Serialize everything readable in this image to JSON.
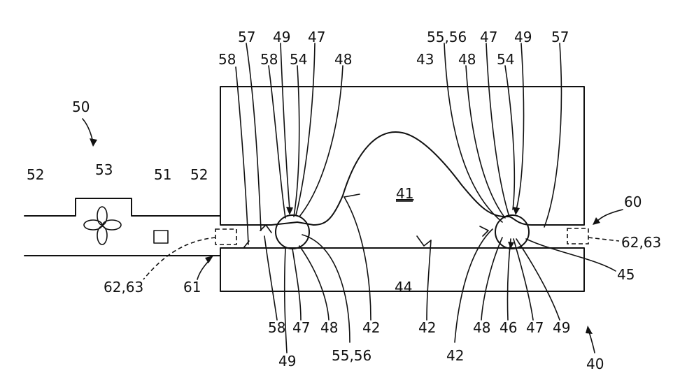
{
  "labels": {
    "l50": "50",
    "l52a": "52",
    "l53": "53",
    "l51": "51",
    "l52b": "52",
    "l58a": "58",
    "l57a": "57",
    "l49a": "49",
    "l47a": "47",
    "l58b": "58",
    "l54a": "54",
    "l48a": "48",
    "l43": "43",
    "l55_56a": "55,56",
    "l47b": "47",
    "l49b": "49",
    "l48b": "48",
    "l54b": "54",
    "l57b": "57",
    "l41": "41",
    "l60": "60",
    "l62_63a": "62,63",
    "l45": "45",
    "l62_63b": "62,63",
    "l61": "61",
    "l58c": "58",
    "l47c": "47",
    "l48c": "48",
    "l42a": "42",
    "l44": "44",
    "l42b": "42",
    "l42c": "42",
    "l48d": "48",
    "l46": "46",
    "l47d": "47",
    "l49c": "49",
    "l49d": "49",
    "l55_56b": "55,56",
    "l40": "40"
  }
}
